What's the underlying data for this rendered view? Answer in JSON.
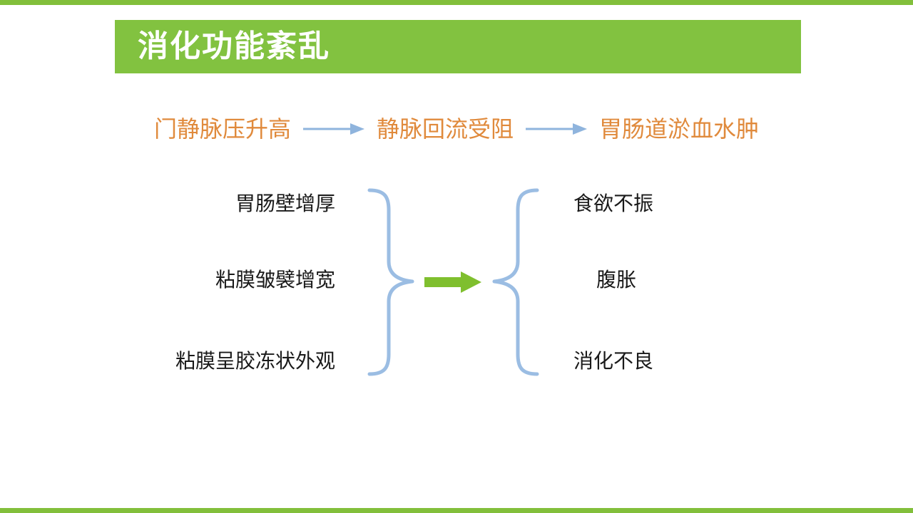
{
  "slide": {
    "title": "消化功能紊乱",
    "accent_green": "#82c240",
    "banner_green": "#82c240",
    "arrow_green": "#7fbf2e",
    "brace_blue": "#9bbde3",
    "chain_orange": "#e08a3c",
    "text_black": "#1a1a1a",
    "background": "#ffffff"
  },
  "chain": {
    "nodes": [
      {
        "label": "门静脉压升高"
      },
      {
        "label": "静脉回流受阻"
      },
      {
        "label": "胃肠道淤血水肿"
      }
    ],
    "arrow_icon": "arrow-right-icon",
    "arrow_count": 2
  },
  "findings": {
    "left_column": [
      {
        "label": "胃肠壁增厚"
      },
      {
        "label": "粘膜皱襞增宽"
      },
      {
        "label": "粘膜呈胶冻状外观"
      }
    ],
    "right_column": [
      {
        "label": "食欲不振"
      },
      {
        "label": "腹胀"
      },
      {
        "label": "消化不良"
      }
    ]
  },
  "center": {
    "left_brace_icon": "right-curly-brace-icon",
    "right_brace_icon": "left-curly-brace-icon",
    "arrow_icon": "green-block-arrow-right-icon"
  }
}
